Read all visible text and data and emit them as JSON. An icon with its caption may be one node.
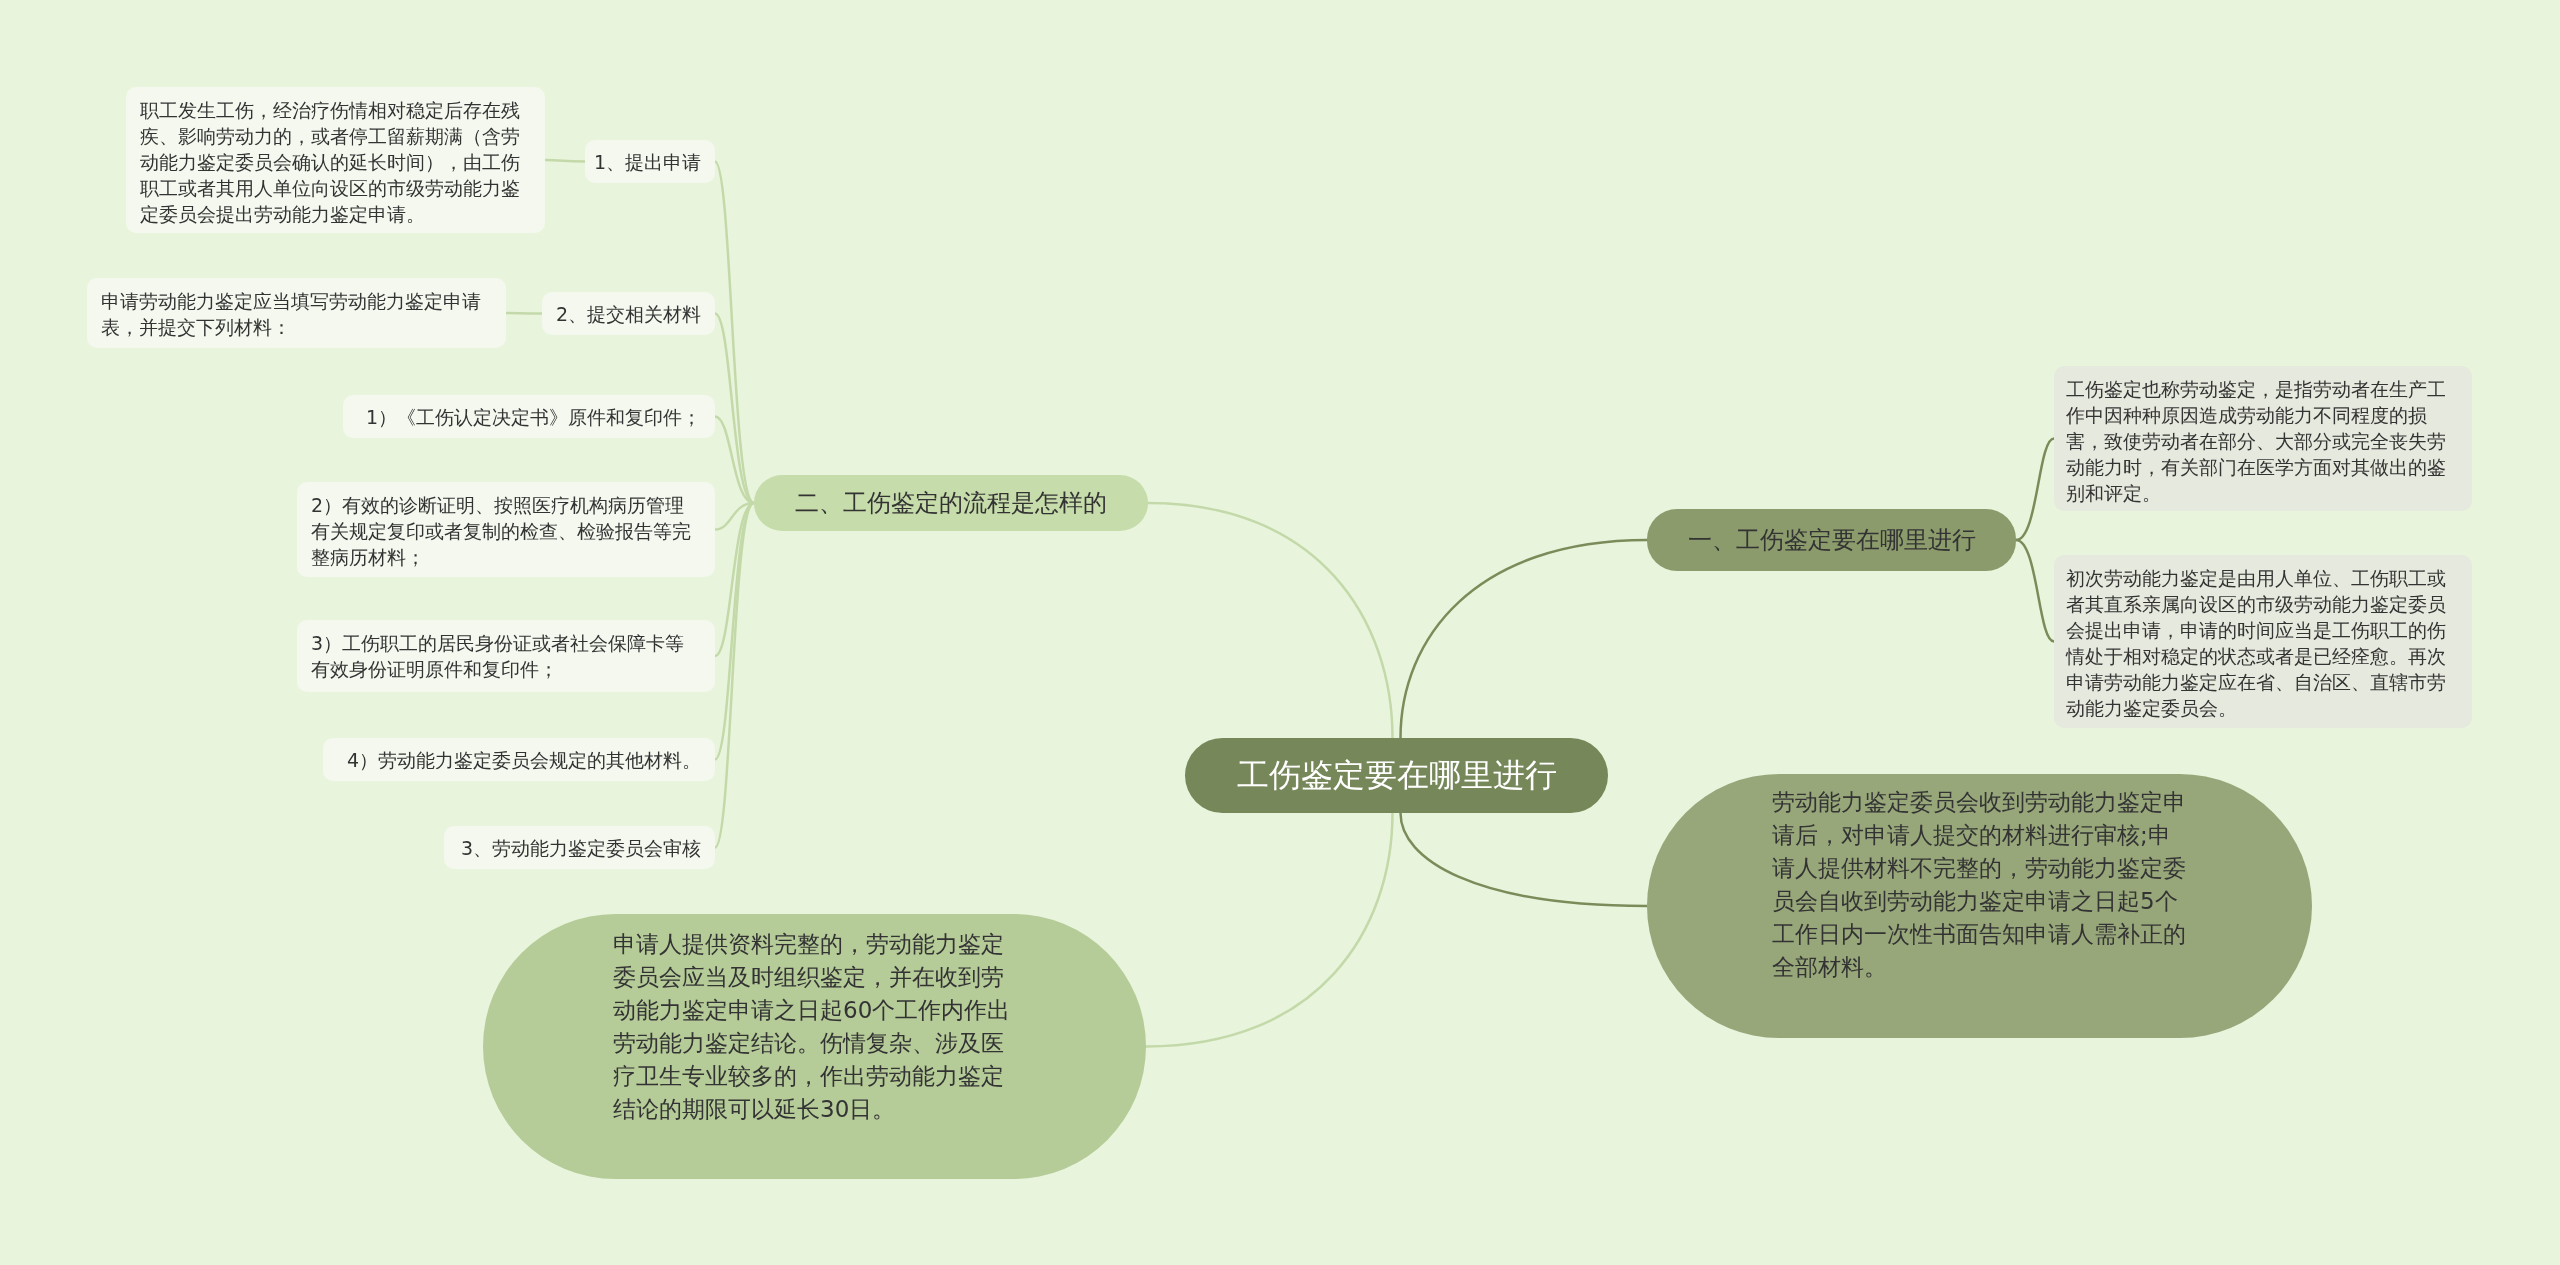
{
  "diagram": {
    "nodes": [
      {
        "text": [
          "工伤鉴定要在哪里进行"
        ]
      },
      {
        "text": [
          "二、工伤鉴定的流程是怎样的"
        ]
      },
      {
        "text": [
          "1、提出申请"
        ]
      },
      {
        "text": [
          "职工发生工伤，经治疗伤情相对稳定后存在残疾、影响劳动力的，或者停工留薪期满（含劳动能力鉴定委员会确认的延长时间），由工伤职工或者其用人单位向设区的市级劳动能力鉴定委员会提出劳动能力鉴定申请。"
        ]
      },
      {
        "text": [
          "2、提交相关材料"
        ]
      },
      {
        "text": [
          "申请劳动能力鉴定应当填写劳动能力鉴定申请表，并提交下列材料："
        ]
      },
      {
        "text": [
          "1）《工伤认定决定书》原件和复印件；"
        ]
      },
      {
        "text": [
          "2）有效的诊断证明、按照医疗机构病历管理有关规定复印或者复制的检查、检验报告等完整病历材料；"
        ]
      },
      {
        "text": [
          "3）工伤职工的居民身份证或者社会保障卡等有效身份证明原件和复印件；"
        ]
      },
      {
        "text": [
          "4）劳动能力鉴定委员会规定的其他材料。"
        ]
      },
      {
        "text": [
          "3、劳动能力鉴定委员会审核"
        ]
      },
      {
        "text": [
          "申请人提供资料完整的，劳动能力鉴定委员会应当及时组织鉴定，并在收到劳动能力鉴定申请之日起60个工作内作出劳动能力鉴定结论。伤情复杂、涉及医疗卫生专业较多的，作出劳动能力鉴定结论的期限可以延长30日。"
        ]
      },
      {
        "text": [
          "一、工伤鉴定要在哪里进行"
        ]
      },
      {
        "text": [
          "工伤鉴定也称劳动鉴定，是指劳动者在生产工作中因种种原因造成劳动能力不同程度的损害，致使劳动者在部分、大部分或完全丧失劳动能力时，有关部门在医学方面对其做出的鉴别和评定。"
        ]
      },
      {
        "text": [
          "初次劳动能力鉴定是由用人单位、工伤职工或者其直系亲属向设区的市级劳动能力鉴定委员会提出申请，申请的时间应当是工伤职工的伤情处于相对稳定的状态或者是已经痊愈。再次申请劳动能力鉴定应在省、自治区、直辖市劳动能力鉴定委员会。"
        ]
      },
      {
        "text": [
          "劳动能力鉴定委员会收到劳动能力鉴定申请后，对申请人提交的材料进行审核;申请人提供材料不完整的，劳动能力鉴定委员会自收到劳动能力鉴定申请之日起5个工作日内一次性书面告知申请人需补正的全部材料。"
        ]
      }
    ],
    "edges": [
      {
        "from": 0,
        "to": 1,
        "arrow": "none"
      },
      {
        "from": 1,
        "to": 2,
        "arrow": "none"
      },
      {
        "from": 2,
        "to": 3,
        "arrow": "none"
      },
      {
        "from": 1,
        "to": 4,
        "arrow": "none"
      },
      {
        "from": 4,
        "to": 5,
        "arrow": "none"
      },
      {
        "from": 1,
        "to": 6,
        "arrow": "none"
      },
      {
        "from": 1,
        "to": 7,
        "arrow": "none"
      },
      {
        "from": 1,
        "to": 8,
        "arrow": "none"
      },
      {
        "from": 1,
        "to": 9,
        "arrow": "none"
      },
      {
        "from": 1,
        "to": 10,
        "arrow": "none"
      },
      {
        "from": 0,
        "to": 11,
        "arrow": "none"
      },
      {
        "from": 0,
        "to": 12,
        "arrow": "none",
        "color": "#7b8c5a"
      },
      {
        "from": 12,
        "to": 13,
        "arrow": "none",
        "color": "#7b8c5a"
      },
      {
        "from": 12,
        "to": 14,
        "arrow": "none",
        "color": "#7b8c5a"
      },
      {
        "from": 0,
        "to": 15,
        "arrow": "none",
        "color": "#7b8c5a"
      }
    ]
  }
}
